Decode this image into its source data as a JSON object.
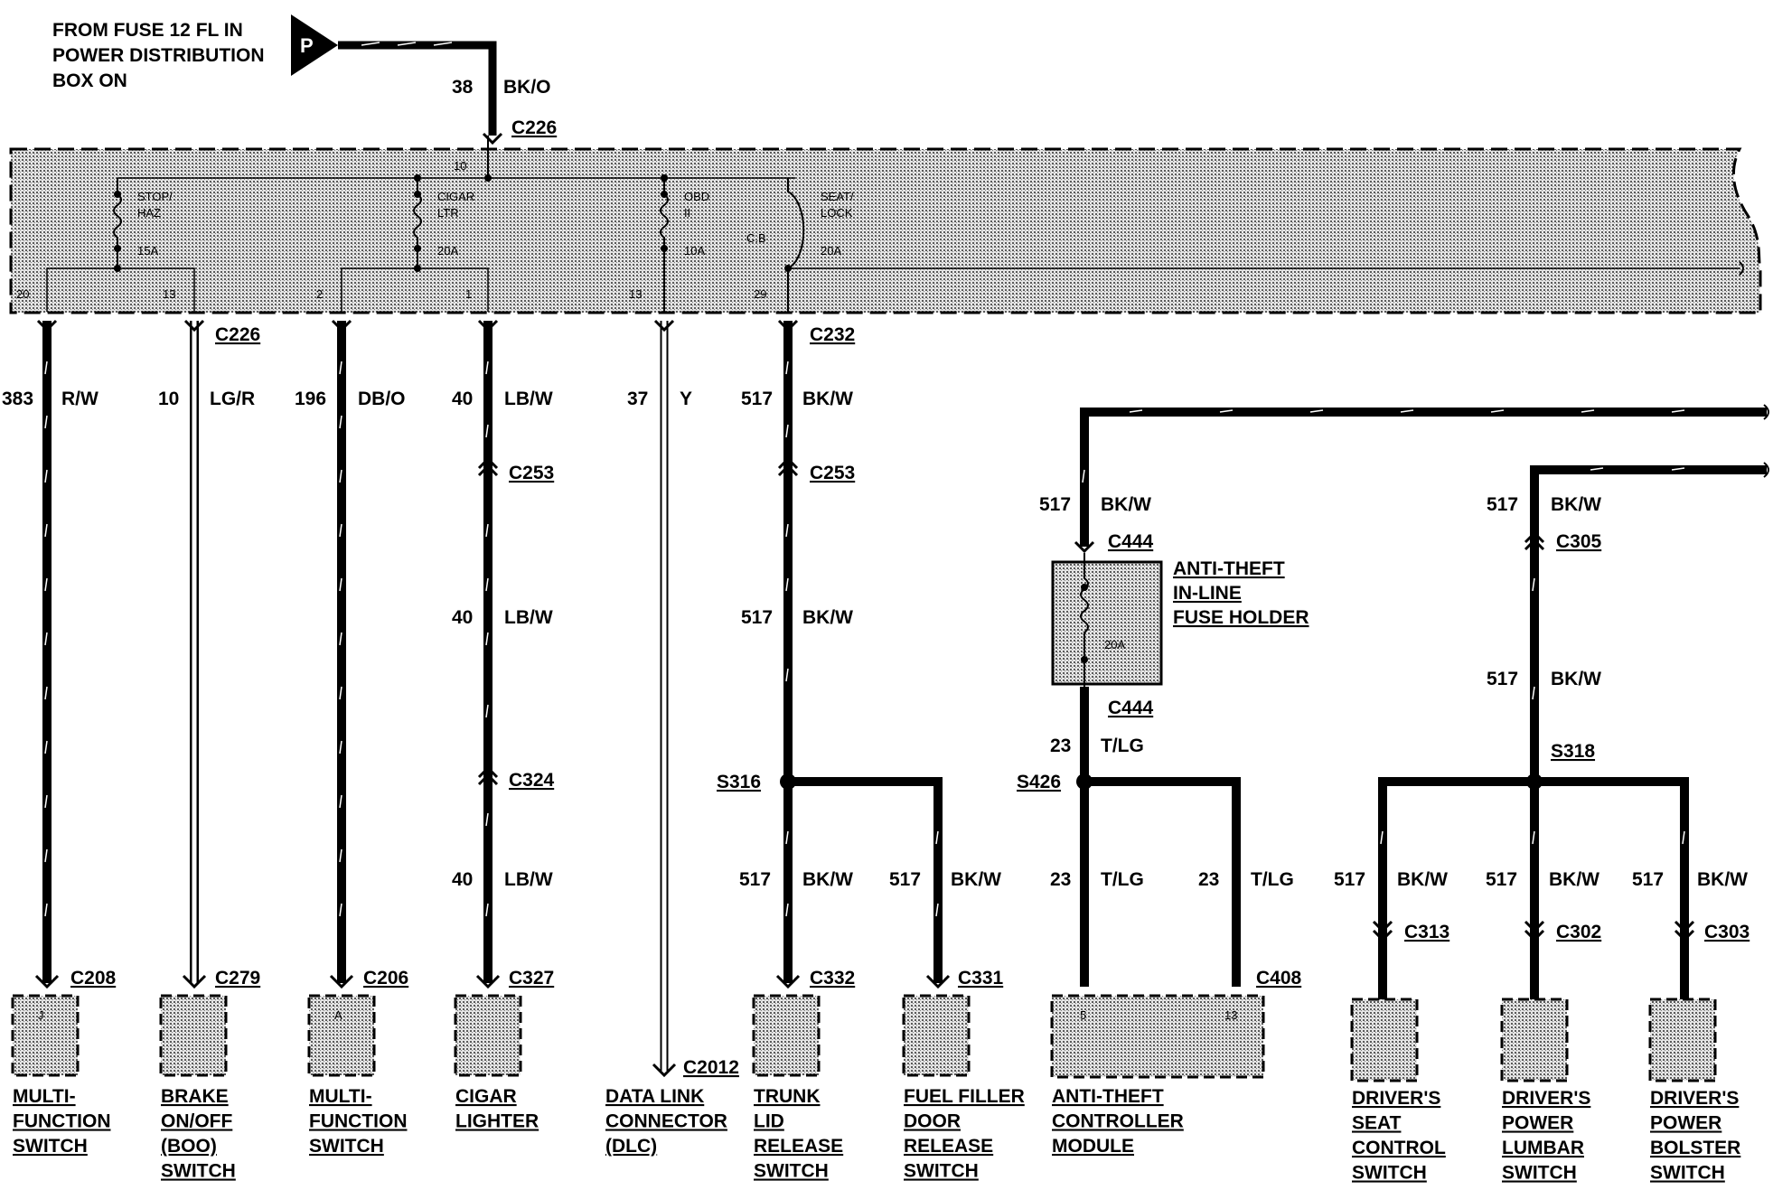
{
  "source": {
    "lines": [
      "FROM FUSE 12 FL IN",
      "POWER DISTRIBUTION",
      "BOX ON"
    ],
    "badge": "P",
    "wire_num": "38",
    "wire_color": "BK/O",
    "connector": "C226"
  },
  "fuse_panel": {
    "top_pin": "10",
    "fuses": [
      {
        "name": [
          "STOP/",
          "HAZ"
        ],
        "rating": "15A"
      },
      {
        "name": [
          "CIGAR",
          "LTR"
        ],
        "rating": "20A"
      },
      {
        "name": [
          "OBD",
          "II"
        ],
        "rating": "10A"
      },
      {
        "name": [
          "SEAT/",
          "LOCK"
        ],
        "rating": "20A",
        "breaker": "C.B"
      }
    ],
    "pins": [
      "20",
      "13",
      "2",
      "1",
      "13",
      "29"
    ],
    "bottom_connectors": [
      "C226",
      "C232"
    ]
  },
  "circuits": [
    {
      "wire_num": "383",
      "wire_color": "R/W",
      "end_connector": "C208",
      "pin": "J",
      "component": [
        "MULTI-",
        "FUNCTION",
        "SWITCH"
      ]
    },
    {
      "wire_num": "10",
      "wire_color": "LG/R",
      "end_connector": "C279",
      "component": [
        "BRAKE",
        "ON/OFF",
        "(BOO)",
        "SWITCH"
      ]
    },
    {
      "wire_num": "196",
      "wire_color": "DB/O",
      "end_connector": "C206",
      "pin": "A",
      "component": [
        "MULTI-",
        "FUNCTION",
        "SWITCH"
      ]
    },
    {
      "wire_num": "40",
      "wire_color": "LB/W",
      "inline": [
        "C253",
        "C324"
      ],
      "end_connector": "C327",
      "component": [
        "CIGAR",
        "LIGHTER"
      ]
    },
    {
      "wire_num": "37",
      "wire_color": "Y",
      "end_connector": "C2012",
      "component": [
        "DATA LINK",
        "CONNECTOR",
        "(DLC)"
      ]
    },
    {
      "wire_num": "517",
      "wire_color": "BK/W",
      "inline": [
        "C253"
      ],
      "splice": "S316",
      "end_connector": "C332",
      "component": [
        "TRUNK",
        "LID",
        "RELEASE",
        "SWITCH"
      ]
    },
    {
      "wire_num": "517",
      "wire_color": "BK/W",
      "end_connector": "C331",
      "component": [
        "FUEL FILLER",
        "DOOR",
        "RELEASE",
        "SWITCH"
      ]
    },
    {
      "wire_num": "517",
      "wire_color": "BK/W",
      "connector": "C444",
      "fuse_holder": [
        "ANTI-THEFT",
        "IN-LINE",
        "FUSE HOLDER"
      ],
      "fuse_rating": "20A"
    },
    {
      "wire_num": "23",
      "wire_color": "T/LG",
      "connector": "C444",
      "splice": "S426",
      "end_connector": "C408",
      "pins": [
        "5",
        "13"
      ],
      "component": [
        "ANTI-THEFT",
        "CONTROLLER",
        "MODULE"
      ]
    },
    {
      "wire_num": "517",
      "wire_color": "BK/W",
      "connector": "C305",
      "splice": "S318"
    },
    {
      "wire_num": "517",
      "wire_color": "BK/W",
      "end_connector": "C313",
      "component": [
        "DRIVER'S",
        "SEAT",
        "CONTROL",
        "SWITCH"
      ]
    },
    {
      "wire_num": "517",
      "wire_color": "BK/W",
      "end_connector": "C302",
      "component": [
        "DRIVER'S",
        "POWER",
        "LUMBAR",
        "SWITCH"
      ]
    },
    {
      "wire_num": "517",
      "wire_color": "BK/W",
      "end_connector": "C303",
      "component": [
        "DRIVER'S",
        "POWER",
        "BOLSTER",
        "SWITCH"
      ]
    }
  ],
  "colors": {
    "ink": "#000000",
    "panel_fill": "#c8c8c8"
  }
}
